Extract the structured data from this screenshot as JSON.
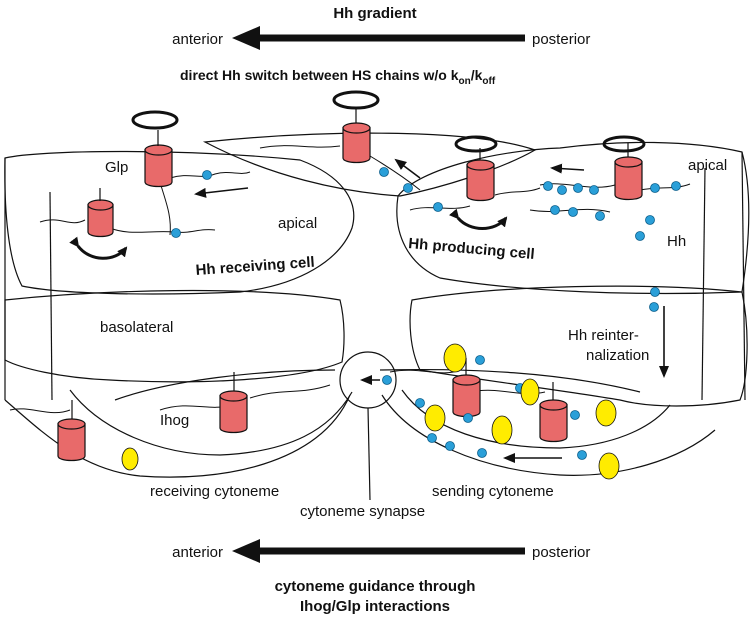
{
  "top": {
    "title": "Hh gradient",
    "arrow_left": "anterior",
    "arrow_right": "posterior",
    "subtitle_main": "direct Hh switch between HS chains w/o k",
    "subtitle_on": "on",
    "subtitle_slash": "/k",
    "subtitle_off": "off"
  },
  "labels": {
    "glp": "Glp",
    "apical_left": "apical",
    "receiving_cell": "Hh receiving cell",
    "producing_cell": "Hh producing cell",
    "apical_right": "apical",
    "hh": "Hh",
    "basolateral": "basolateral",
    "reinternalization_1": "Hh reinter-",
    "reinternalization_2": "nalization",
    "ihog": "Ihog",
    "receiving_cytoneme": "receiving cytoneme",
    "sending_cytoneme": "sending cytoneme",
    "cytoneme_synapse": "cytoneme synapse"
  },
  "bottom": {
    "arrow_left": "anterior",
    "arrow_right": "posterior",
    "caption_line1": "cytoneme guidance through",
    "caption_line2": "Ihog/Glp interactions"
  },
  "colors": {
    "receptor_fill": "#e86a6a",
    "hh_dot": "#2a9fd8",
    "ihog_ellipse": "#ffec00",
    "outline": "#111111"
  }
}
